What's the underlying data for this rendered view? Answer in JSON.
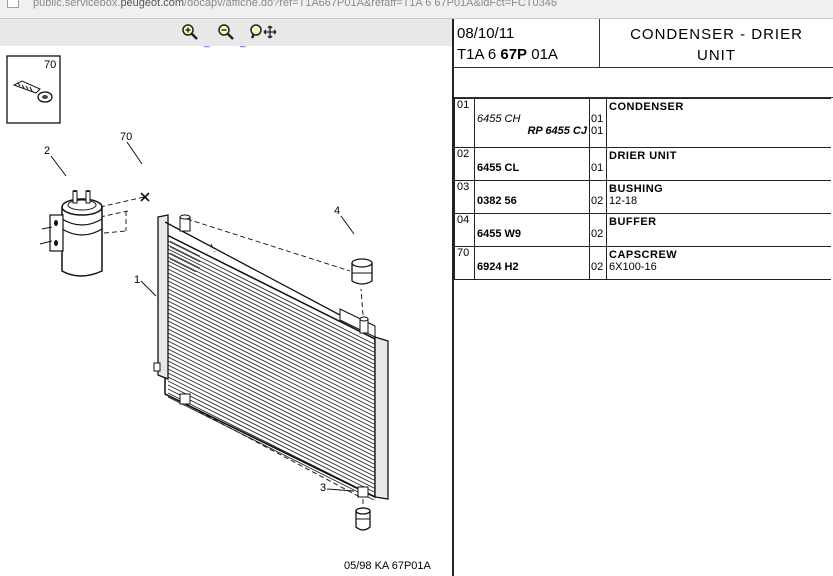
{
  "browser": {
    "url_prefix": "public.servicebox.",
    "url_domain": "peugeot.com",
    "url_rest": "/docapv/affiche.do?ref=T1A667P01A&refaff=T1A 6 67P01A&idFct=FCT0346"
  },
  "toolbar": {
    "zoom_in_icon": "zoom-in-icon",
    "zoom_out_icon": "zoom-out-icon",
    "pan_icon": "pan-icon",
    "sep": "_"
  },
  "diagram": {
    "inset_label": "70",
    "callouts": [
      "1",
      "2",
      "3",
      "4",
      "70"
    ],
    "footer_ref": "05/98  KA 67P01A"
  },
  "header": {
    "date": "08/10/11",
    "ref_pre": "T1A 6 ",
    "ref_bold": "67P",
    "ref_post": " 01A",
    "title_line1": "CONDENSER - DRIER",
    "title_line2": "UNIT"
  },
  "parts": [
    {
      "no": "01",
      "ref_italic": "6455 CH",
      "ref_bold_italic": "RP 6455 CJ",
      "qty1": "01",
      "qty2": "01",
      "label": "CONDENSER"
    },
    {
      "no": "02",
      "ref": "6455 CL",
      "qty": "01",
      "label": "DRIER UNIT"
    },
    {
      "no": "03",
      "ref": "0382 56",
      "qty": "02",
      "label": "BUSHING",
      "detail": "12-18"
    },
    {
      "no": "04",
      "ref": "6455 W9",
      "qty": "02",
      "label": "BUFFER"
    },
    {
      "no": "70",
      "ref": "6924 H2",
      "qty": "02",
      "label": "CAPSCREW",
      "detail": "6X100-16"
    }
  ]
}
